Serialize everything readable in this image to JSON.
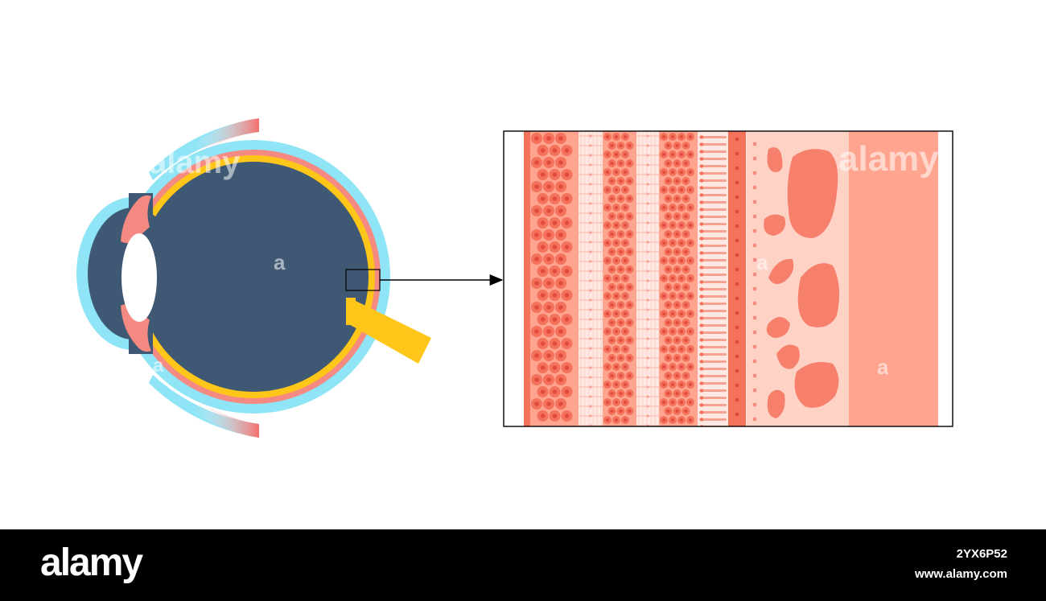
{
  "watermark": {
    "text": "alamy",
    "letter": "a"
  },
  "footer": {
    "logo": "alamy",
    "image_id": "2YX6P52",
    "url": "www.alamy.com"
  },
  "colors": {
    "sclera": "#8fe4f5",
    "choroid": "#f48a82",
    "retina": "#ffc61a",
    "vitreous": "#3f5873",
    "lens": "#ffffff",
    "optic_nerve": "#ffc61a",
    "muscle": "#f46f6b",
    "tissue_light": "#ffd2c6",
    "tissue_mid": "#ffa48e",
    "cell": "#f4725c",
    "frame": "#000000"
  },
  "icons": [
    "zoom-box",
    "arrow-right"
  ]
}
